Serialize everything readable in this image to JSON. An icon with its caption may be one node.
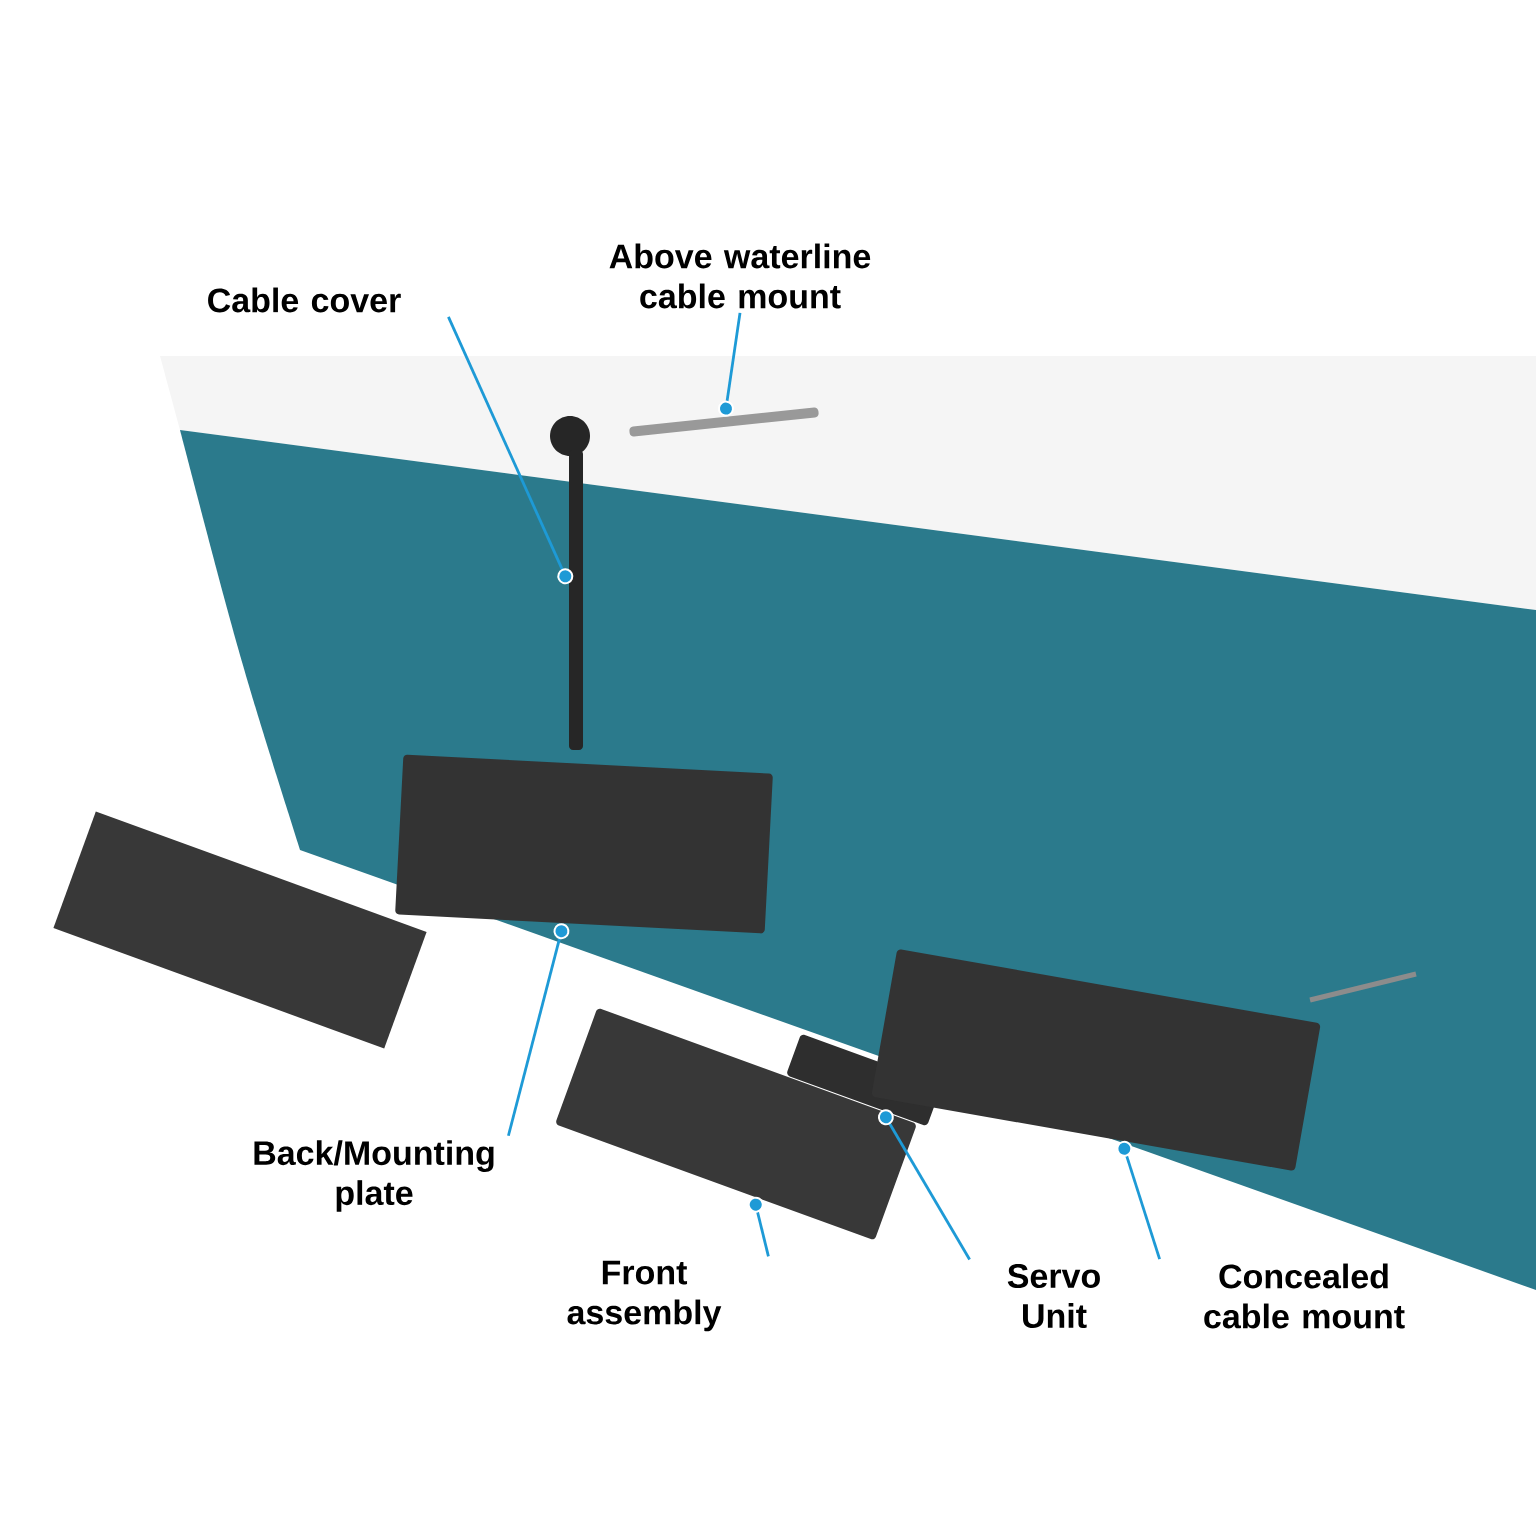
{
  "diagram": {
    "nodes": [
      {
        "text": [
          "Cable cover"
        ]
      },
      {
        "text": [
          "Above waterline cable mount"
        ]
      },
      {
        "text": [
          "Back/Mounting plate"
        ]
      },
      {
        "text": [
          "Front assembly"
        ]
      },
      {
        "text": [
          "Servo Unit"
        ]
      },
      {
        "text": [
          "Concealed cable mount"
        ]
      },
      {
        "text": [],
        "shape": "box"
      },
      {
        "text": [],
        "shape": "box"
      },
      {
        "text": [],
        "shape": "box"
      },
      {
        "text": [],
        "shape": "box"
      },
      {
        "text": [],
        "shape": "box"
      },
      {
        "text": [],
        "shape": "box"
      }
    ],
    "edges": [
      {
        "from": 0,
        "to": 6,
        "arrow": "other"
      },
      {
        "from": 1,
        "to": 7,
        "arrow": "other"
      },
      {
        "from": 2,
        "to": 8,
        "arrow": "other"
      },
      {
        "from": 3,
        "to": 9,
        "arrow": "other"
      },
      {
        "from": 4,
        "to": 10,
        "arrow": "other"
      },
      {
        "from": 5,
        "to": 11,
        "arrow": "other"
      }
    ]
  }
}
